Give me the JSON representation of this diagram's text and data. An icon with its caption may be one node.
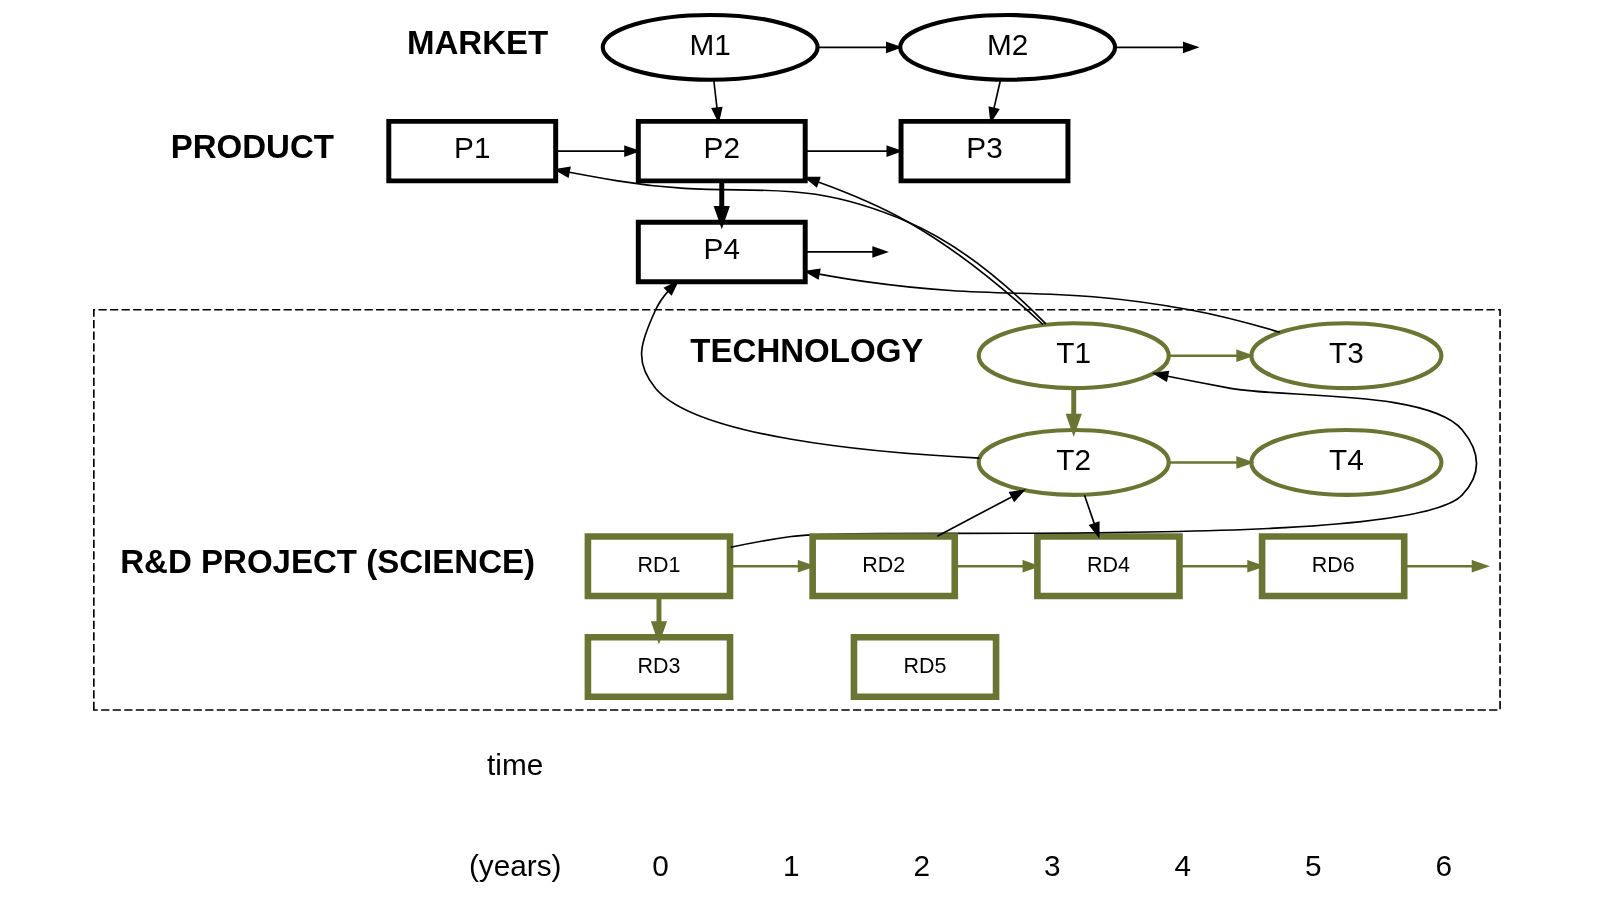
{
  "diagram": {
    "nodes": [
      {
        "text": [
          "M1"
        ]
      },
      {
        "text": [
          "M2"
        ]
      },
      {
        "text": [
          "P1"
        ]
      },
      {
        "text": [
          "P2"
        ]
      },
      {
        "text": [
          "P3"
        ]
      },
      {
        "text": [
          "P4"
        ]
      },
      {
        "text": [],
        "shape": "box"
      },
      {
        "text": [
          "T1"
        ],
        "in": 6
      },
      {
        "text": [
          "T2"
        ],
        "in": 6
      },
      {
        "text": [
          "T3"
        ],
        "in": 6
      },
      {
        "text": [
          "T4"
        ],
        "in": 6
      },
      {
        "text": [
          "RD1"
        ],
        "in": 6
      },
      {
        "text": [
          "RD2"
        ],
        "in": 6
      },
      {
        "text": [
          "RD3"
        ],
        "in": 6
      },
      {
        "text": [
          "RD4"
        ],
        "in": 6
      },
      {
        "text": [
          "RD5"
        ],
        "in": 6
      },
      {
        "text": [
          "RD6"
        ],
        "in": 6
      }
    ],
    "edges": [
      {
        "from": 0,
        "to": 1,
        "arrow": "to"
      },
      {
        "from": 1,
        "to": null,
        "arrow": "to"
      },
      {
        "from": 0,
        "to": 3,
        "arrow": "to"
      },
      {
        "from": 1,
        "to": 4,
        "arrow": "to"
      },
      {
        "from": 2,
        "to": 3,
        "arrow": "to"
      },
      {
        "from": 3,
        "to": 4,
        "arrow": "to"
      },
      {
        "from": 3,
        "to": 5,
        "arrow": "to",
        "style": "thick"
      },
      {
        "from": 5,
        "to": null,
        "arrow": "to"
      },
      {
        "from": 7,
        "to": 2,
        "arrow": "to"
      },
      {
        "from": 7,
        "to": 3,
        "arrow": "to"
      },
      {
        "from": 8,
        "to": 5,
        "arrow": "to"
      },
      {
        "from": 9,
        "to": 5,
        "arrow": "to"
      },
      {
        "from": 7,
        "to": 9,
        "arrow": "to",
        "color": "#6b7533"
      },
      {
        "from": 7,
        "to": 8,
        "arrow": "to",
        "style": "thick",
        "color": "#6b7533"
      },
      {
        "from": 8,
        "to": 10,
        "arrow": "to",
        "color": "#6b7533"
      },
      {
        "from": 11,
        "to": 7,
        "arrow": "to"
      },
      {
        "from": 12,
        "to": 8,
        "arrow": "to"
      },
      {
        "from": 8,
        "to": 14,
        "arrow": "to"
      },
      {
        "from": 11,
        "to": 12,
        "arrow": "to",
        "color": "#6b7533"
      },
      {
        "from": 11,
        "to": 13,
        "arrow": "to",
        "style": "thick",
        "color": "#6b7533"
      },
      {
        "from": 12,
        "to": 14,
        "arrow": "to",
        "color": "#6b7533"
      },
      {
        "from": 14,
        "to": 16,
        "arrow": "to",
        "color": "#6b7533"
      },
      {
        "from": 16,
        "to": null,
        "arrow": "to",
        "color": "#6b7533"
      }
    ],
    "labels": [
      "MARKET",
      "PRODUCT",
      "TECHNOLOGY",
      "R&D PROJECT (SCIENCE)",
      "time",
      "(years)",
      "0",
      "1",
      "2",
      "3",
      "4",
      "5",
      "6"
    ]
  }
}
